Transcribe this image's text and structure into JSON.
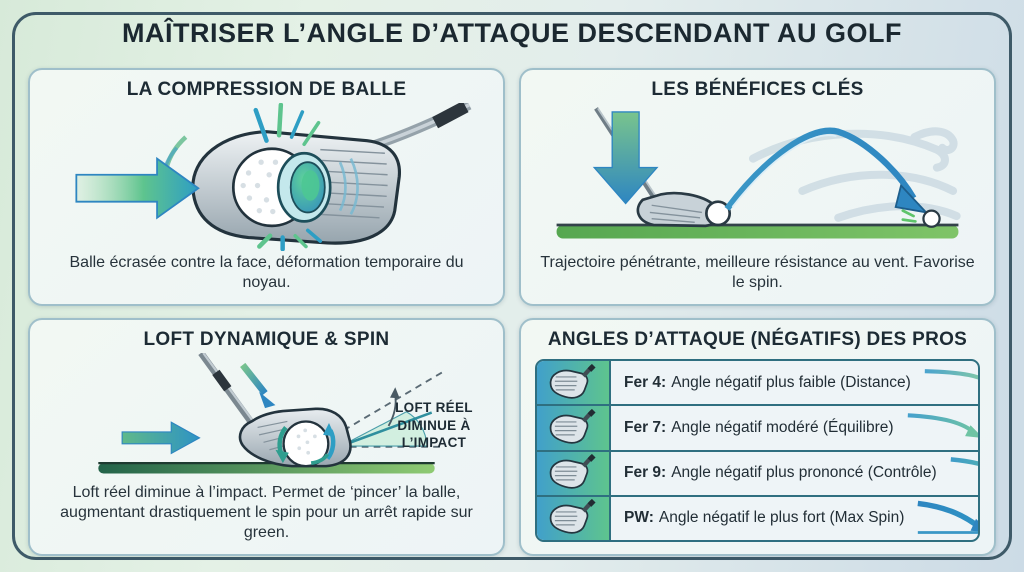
{
  "title": "MAÎTRISER L’ANGLE D’ATTAQUE DESCENDANT AU GOLF",
  "panels": {
    "compression": {
      "title": "LA COMPRESSION DE BALLE",
      "caption": "Balle écrasée contre la face, déformation temporaire du noyau."
    },
    "benefits": {
      "title": "LES BÉNÉFICES CLÉS",
      "caption": "Trajectoire pénétrante, meilleure résistance au vent. Favorise le spin."
    },
    "loft": {
      "title": "LOFT DYNAMIQUE & SPIN",
      "annotation": "LOFT RÉEL DIMINUE À L’IMPACT",
      "caption": "Loft réel diminue à l’impact. Permet de ‘pincer’ la balle, augmentant drastiquement le spin pour un arrêt rapide sur green."
    },
    "pros": {
      "title": "ANGLES D’ATTAQUE (NÉGATIFS) DES PROS",
      "rows": [
        {
          "club": "Fer 4:",
          "description": "Angle négatif plus faible (Distance)"
        },
        {
          "club": "Fer 7:",
          "description": "Angle négatif modéré (Équilibre)"
        },
        {
          "club": "Fer 9:",
          "description": "Angle négatif plus prononcé (Contrôle)"
        },
        {
          "club": "PW:",
          "description": "Angle négatif le plus fort (Max Spin)"
        }
      ]
    }
  },
  "colors": {
    "frame_border": "#3e5a68",
    "panel_border": "#9fbfca",
    "table_border": "#2f6f80",
    "accent_blue": "#2e86c1",
    "accent_teal": "#2f9e8f",
    "accent_green": "#5ec48e",
    "ground_green": "#5aae52",
    "text_dark": "#1d2b34"
  }
}
